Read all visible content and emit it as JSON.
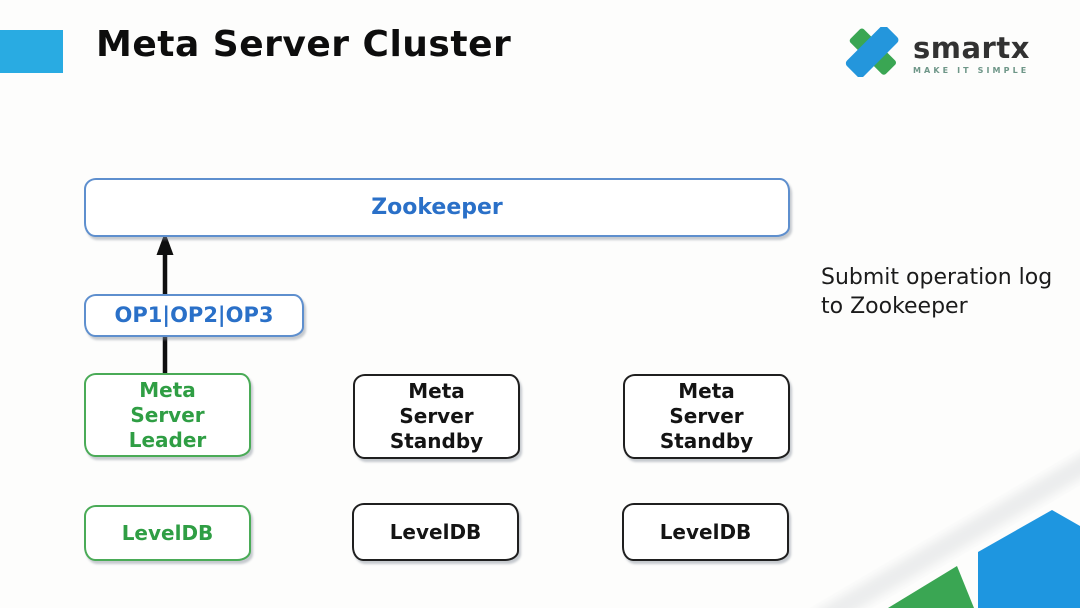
{
  "title": "Meta Server Cluster",
  "logo": {
    "brand": "smartx",
    "tagline": "MAKE IT SIMPLE"
  },
  "annotation": {
    "text": "Submit operation log to Zookeeper"
  },
  "diagram": {
    "zookeeper_label": "Zookeeper",
    "oplog_label": "OP1|OP2|OP3",
    "servers": [
      {
        "label": "Meta Server Leader",
        "role": "leader",
        "color": "green"
      },
      {
        "label": "Meta Server Standby",
        "role": "standby",
        "color": "black"
      },
      {
        "label": "Meta Server Standby",
        "role": "standby",
        "color": "black"
      }
    ],
    "databases": [
      {
        "label": "LevelDB",
        "color": "green"
      },
      {
        "label": "LevelDB",
        "color": "black"
      },
      {
        "label": "LevelDB",
        "color": "black"
      }
    ]
  },
  "colors": {
    "accent_blue": "#29abe2",
    "box_blue_text": "#2a70c8",
    "box_blue_border": "#5e8fce",
    "green_text": "#2f9e44",
    "green_border": "#4aab57",
    "black": "#1f1f1f",
    "logo_blue": "#2496dc",
    "logo_green": "#3aa653",
    "decor_blue": "#1e96e0",
    "decor_green": "#3aa653"
  }
}
